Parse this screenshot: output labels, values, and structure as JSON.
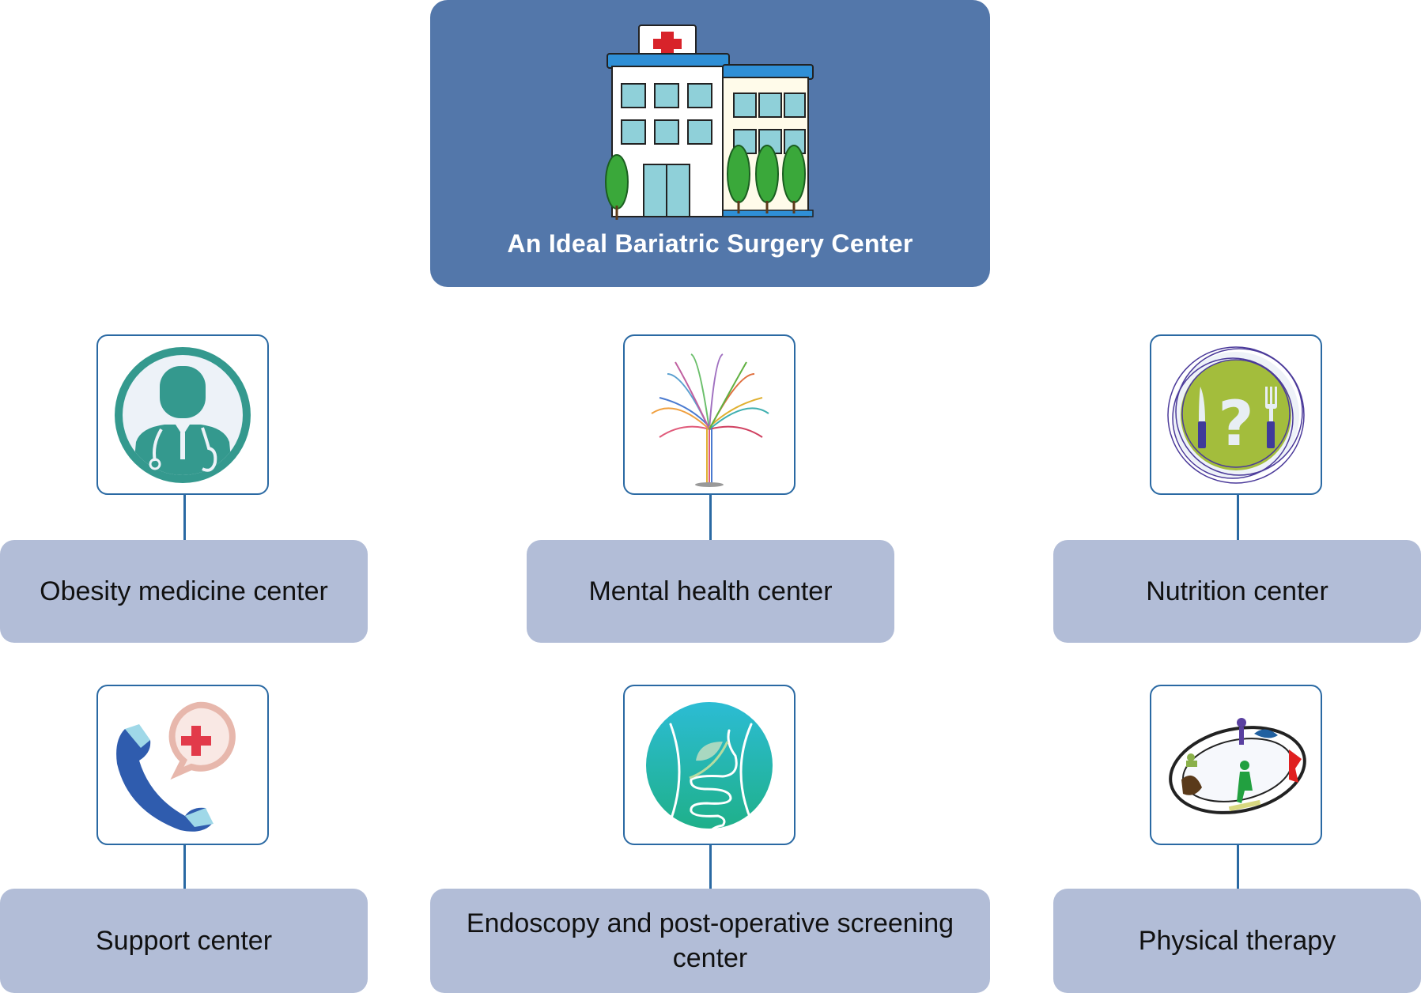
{
  "header": {
    "title": "An Ideal Bariatric Surgery Center",
    "icon": "hospital-building-icon"
  },
  "centers": [
    {
      "label": "Obesity medicine center",
      "icon": "doctor-icon"
    },
    {
      "label": "Mental health center",
      "icon": "brain-tree-icon"
    },
    {
      "label": "Nutrition center",
      "icon": "plate-knife-fork-question-icon"
    },
    {
      "label": "Support center",
      "icon": "phone-medical-chat-icon"
    },
    {
      "label": "Endoscopy and post-operative screening center",
      "icon": "digestive-system-icon"
    },
    {
      "label": "Physical therapy",
      "icon": "exercise-circuit-icon"
    }
  ],
  "colors": {
    "header_bg": "#5377aa",
    "label_bg": "#b2bdd7",
    "border": "#2a69a3"
  }
}
